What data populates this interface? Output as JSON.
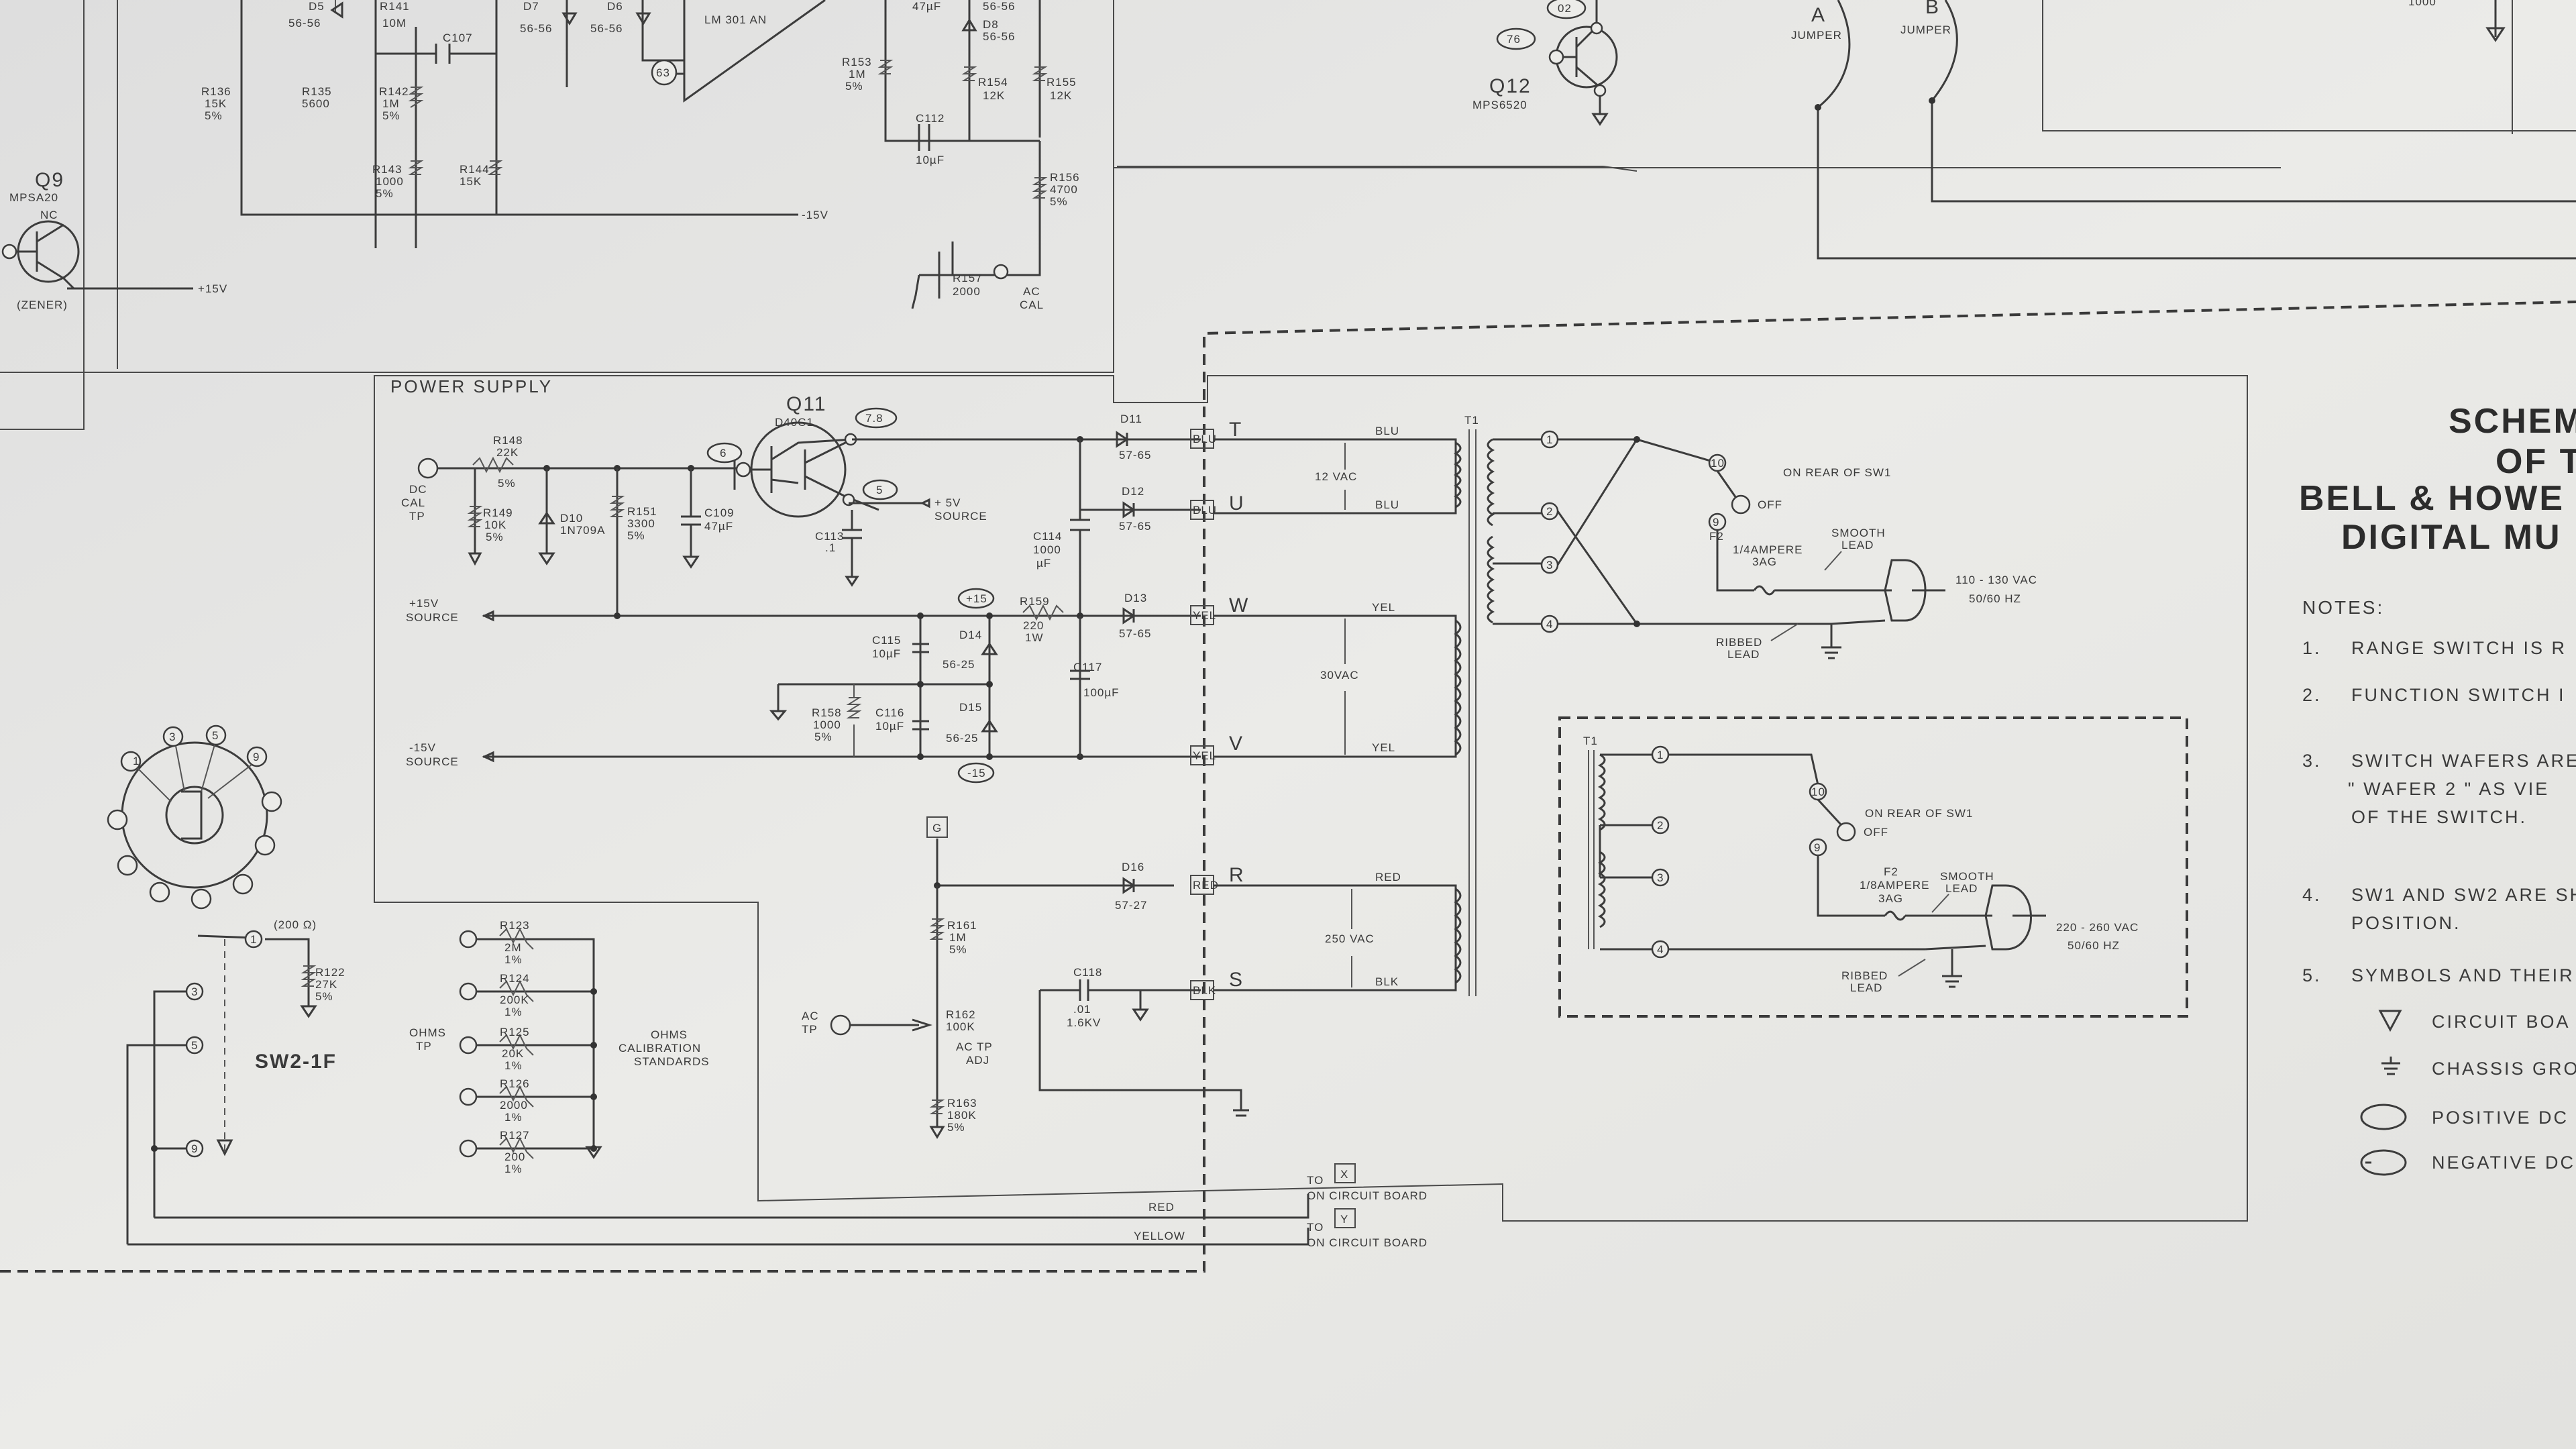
{
  "title": {
    "line1": "SCHEM",
    "line2": "OF T",
    "line3": "BELL & HOWE",
    "line4": "DIGITAL MU"
  },
  "notes": {
    "heading": "NOTES:",
    "items": [
      {
        "num": "1.",
        "text": "RANGE SWITCH IS R"
      },
      {
        "num": "2.",
        "text": "FUNCTION SWITCH I"
      },
      {
        "num": "3.",
        "text": "SWITCH WAFERS ARE",
        "line2": "\" WAFER 2 \"   AS VIE",
        "line3": "OF THE SWITCH."
      },
      {
        "num": "4.",
        "text": "SW1 AND SW2 ARE SH",
        "line2": "POSITION."
      },
      {
        "num": "5.",
        "text": "SYMBOLS AND THEIR"
      }
    ],
    "legend": [
      "CIRCUIT BOA",
      "CHASSIS GRO",
      "POSITIVE DC",
      "NEGATIVE DC"
    ]
  },
  "power_supply": {
    "heading": "POWER SUPPLY",
    "q11": "Q11",
    "q11_part": "D40C1",
    "dc_cal_tp": [
      "DC",
      "CAL",
      "TP"
    ],
    "r148": [
      "R148",
      "22K",
      "5%"
    ],
    "r149": [
      "R149",
      "10K",
      "5%"
    ],
    "d10": [
      "D10",
      "1N709A"
    ],
    "r151": [
      "R151",
      "3300",
      "5%"
    ],
    "c109": [
      "C109",
      "47µF"
    ],
    "c113": [
      "C113",
      ".1"
    ],
    "c114": [
      "C114",
      "1000",
      "µF"
    ],
    "plus5v": [
      "+ 5V",
      "SOURCE"
    ],
    "plus15": [
      "+15V",
      "SOURCE"
    ],
    "minus15": [
      "-15V",
      "SOURCE"
    ],
    "r159": [
      "R159",
      "220",
      "1W"
    ],
    "c115": [
      "C115",
      "10µF"
    ],
    "c116": [
      "C116",
      "10µF"
    ],
    "r158": [
      "R158",
      "1000",
      "5%"
    ],
    "d14": [
      "D14",
      "56-25"
    ],
    "d15": [
      "D15",
      "56-25"
    ],
    "c117": [
      "C117",
      "100µF"
    ],
    "d11": [
      "D11",
      "57-65"
    ],
    "d12": [
      "D12",
      "57-65"
    ],
    "d13": [
      "D13",
      "57-65"
    ],
    "d16": [
      "D16",
      "57-27"
    ],
    "r161": [
      "R161",
      "1M",
      "5%"
    ],
    "r162": [
      "R162",
      "100K"
    ],
    "ac_tp_adj": [
      "AC TP",
      "ADJ"
    ],
    "r163": [
      "R163",
      "180K",
      "5%"
    ],
    "ac_tp": [
      "AC",
      "TP"
    ],
    "c118": [
      "C118",
      ".01",
      "1.6KV"
    ],
    "g_box": "G",
    "node_labels": [
      "6",
      "7.8",
      "5",
      "+15",
      "-15"
    ],
    "terminals": [
      "T",
      "U",
      "W",
      "V",
      "R",
      "S"
    ],
    "term_tags": [
      "BLU",
      "BLU",
      "YEL",
      "YEL",
      "RED",
      "BLK"
    ],
    "wire_colors": [
      "BLU",
      "BLU",
      "YEL",
      "YEL",
      "RED",
      "BLK"
    ],
    "volts": [
      "12 VAC",
      "30VAC",
      "250 VAC"
    ],
    "t1": "T1",
    "red_wire": "RED",
    "yellow_wire": "YELLOW",
    "to_x": [
      "TO",
      "ON CIRCUIT BOARD",
      "X"
    ],
    "to_y": [
      "TO",
      "ON CIRCUIT BOARD",
      "Y"
    ]
  },
  "primary_110": {
    "on_rear": "ON REAR OF SW1",
    "off": "OFF",
    "f2": [
      "F2",
      "1/4AMPERE",
      "3AG"
    ],
    "smooth": [
      "SMOOTH",
      "LEAD"
    ],
    "ribbed": [
      "RIBBED",
      "LEAD"
    ],
    "voltage": [
      "110 - 130 VAC",
      "50/60 HZ"
    ],
    "pins": [
      "1",
      "2",
      "3",
      "4",
      "10",
      "9"
    ]
  },
  "primary_220": {
    "t1": "T1",
    "on_rear": "ON REAR OF SW1",
    "off": "OFF",
    "f2": [
      "F2",
      "1/8AMPERE",
      "3AG"
    ],
    "smooth": [
      "SMOOTH",
      "LEAD"
    ],
    "ribbed": [
      "RIBBED",
      "LEAD"
    ],
    "voltage": [
      "220 - 260 VAC",
      "50/60 HZ"
    ],
    "pins": [
      "1",
      "2",
      "3",
      "4",
      "10",
      "9"
    ]
  },
  "ohms": {
    "ohms_tp": [
      "OHMS",
      "TP"
    ],
    "calib": [
      "OHMS",
      "CALIBRATION",
      "STANDARDS"
    ],
    "r123": [
      "R123",
      "2M",
      "1%"
    ],
    "r124": [
      "R124",
      "200K",
      "1%"
    ],
    "r125": [
      "R125",
      "20K",
      "1%"
    ],
    "r126": [
      "R126",
      "2000",
      "1%"
    ],
    "r127": [
      "R127",
      "200",
      "1%"
    ]
  },
  "sw2": {
    "label": "SW2-1F",
    "r122": [
      "R122",
      "27K",
      "5%"
    ],
    "ohm200": "(200 Ω)",
    "pins": [
      "1",
      "3",
      "5",
      "9"
    ],
    "rotary_pins": [
      "1",
      "3",
      "5",
      "9"
    ]
  },
  "top_left": {
    "q9": "Q9",
    "q9_part": "MPSA20",
    "nc": "NC",
    "zener": "(ZENER)",
    "plus15v": "+15V",
    "d5": [
      "D5",
      "56-56"
    ],
    "r141": [
      "R141",
      "10M"
    ],
    "c107": "C107",
    "d7": [
      "D7",
      "56-56"
    ],
    "d6": [
      "D6",
      "56-56"
    ],
    "r136": [
      "R136",
      "15K",
      "5%"
    ],
    "r135": [
      "R135",
      "5600"
    ],
    "r142": [
      "R142",
      "1M",
      "5%"
    ],
    "r143": [
      "R143",
      "1000",
      "5%"
    ],
    "r144": [
      "R144",
      "15K"
    ],
    "ic": "LM 301 AN",
    "node63": "63",
    "minus15v": "-15V",
    "c_47": "47µF",
    "d8": [
      "D8",
      "56-56"
    ],
    "d_top": "56-56",
    "r153": [
      "R153",
      "1M",
      "5%"
    ],
    "r154": [
      "R154",
      "12K"
    ],
    "r155": [
      "R155",
      "12K"
    ],
    "c112": [
      "C112",
      "10µF"
    ],
    "r156": [
      "R156",
      "4700",
      "5%"
    ],
    "r157": [
      "R157",
      "2000"
    ],
    "ac_cal": [
      "AC",
      "CAL"
    ]
  },
  "top_right": {
    "q12": "Q12",
    "q12_part": "MPS6520",
    "node76": "76",
    "node02": "02",
    "jumper_a": [
      "A",
      "JUMPER"
    ],
    "jumper_b": [
      "B",
      "JUMPER"
    ],
    "partial": "1000"
  }
}
